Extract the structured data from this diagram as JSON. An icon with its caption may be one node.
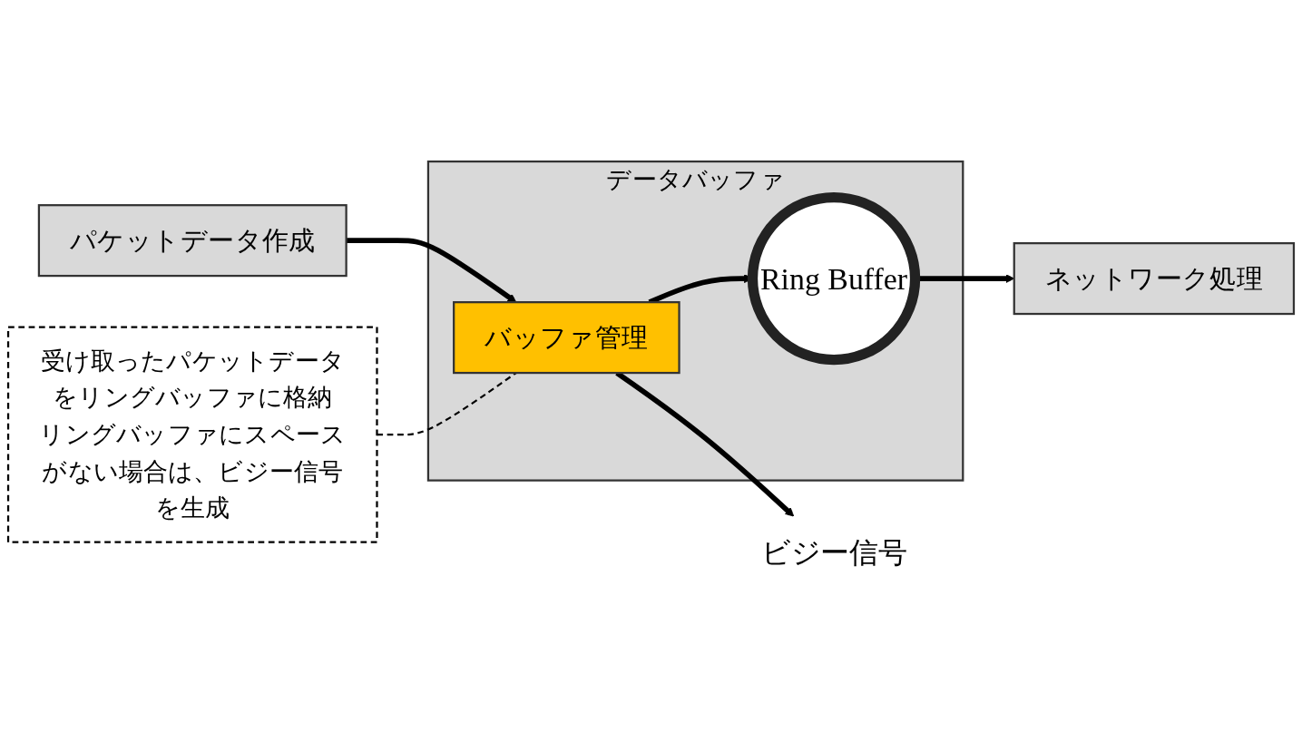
{
  "diagram": {
    "nodes": [
      {
        "text": [
          "パケットデータ作成"
        ]
      },
      {
        "text": [
          "データバッファ"
        ]
      },
      {
        "text": [
          "バッファ管理"
        ],
        "in": 1
      },
      {
        "text": [
          "Ring Buffer"
        ],
        "in": 1
      },
      {
        "text": [
          "ネットワーク処理"
        ]
      },
      {
        "text": [
          "受け取ったパケットデータをリングバッファに格納",
          "リングバッファにスペースがない場合は、ビジー信号を生成"
        ]
      },
      {
        "text": [
          "ビジー信号"
        ]
      }
    ],
    "edges": [
      {
        "from": 0,
        "to": 2,
        "arrow": "to"
      },
      {
        "from": 2,
        "to": 3,
        "arrow": "to"
      },
      {
        "from": 3,
        "to": 4,
        "arrow": "to"
      },
      {
        "from": 2,
        "to": 6,
        "arrow": "to"
      },
      {
        "from": 5,
        "to": 2,
        "arrow": "none",
        "style": "dashed"
      }
    ]
  }
}
